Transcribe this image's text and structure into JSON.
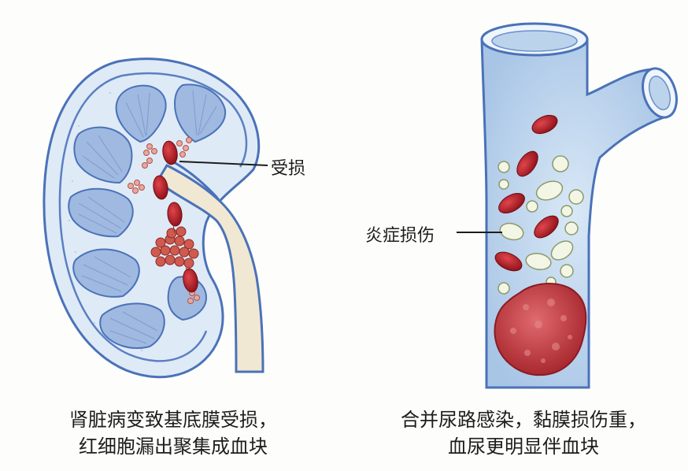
{
  "kidney_panel": {
    "callout_label": "受损",
    "caption_line1": "肾脏病变致基底膜受损，",
    "caption_line2": "红细胞漏出聚集成血块"
  },
  "vessel_panel": {
    "callout_label": "炎症损伤",
    "caption_line1": "合并尿路感染，黏膜损伤重，",
    "caption_line2": "血尿更明显伴血块"
  },
  "colors": {
    "outline": "#4a72b8",
    "kidney_fill": "#dbe8f6",
    "pyramid_fill": "#9db6de",
    "ureter_fill": "#f1e8d3",
    "red_cell": "#b81d26",
    "clot": "#c0393f",
    "white_cell": "#eef2dc"
  }
}
